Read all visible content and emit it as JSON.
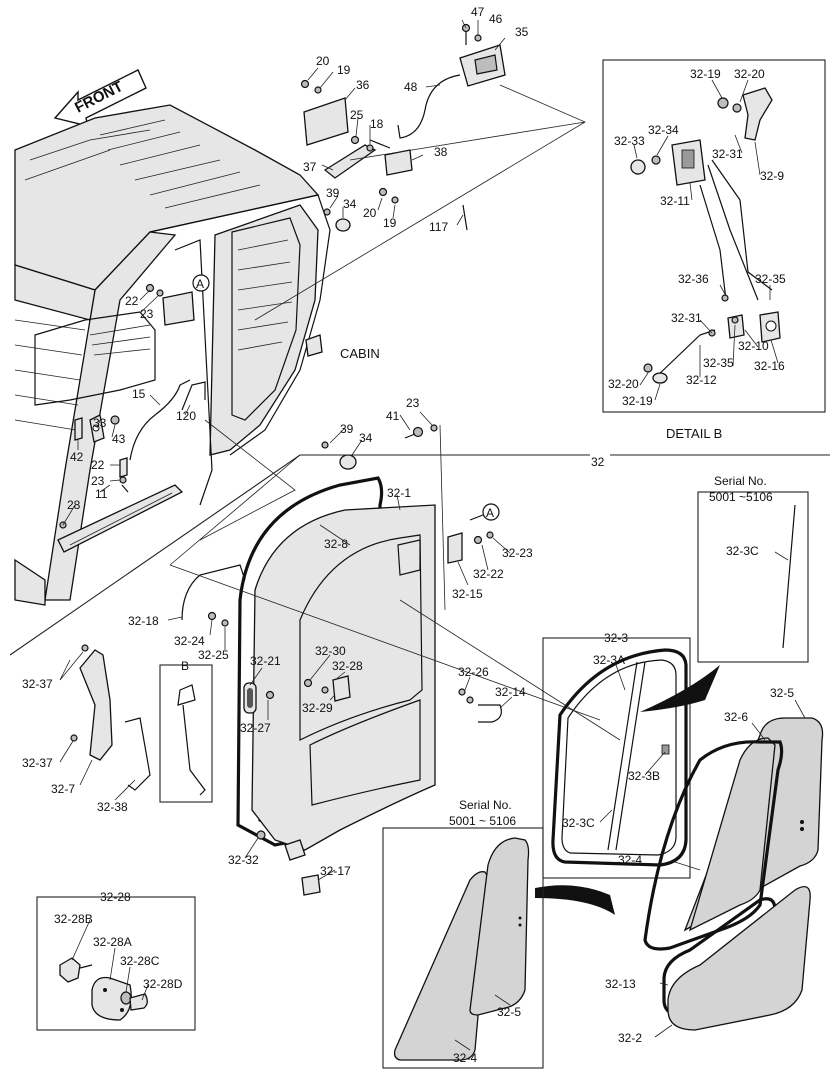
{
  "titles": {
    "cabin": "CABIN",
    "detail_b": "DETAIL   B",
    "front": "FRONT",
    "serial_top_1": "Serial No.",
    "serial_top_2": "5001 ~5106",
    "serial_bottom_1": "Serial No.",
    "serial_bottom_2": "5001 ~ 5106",
    "group_32": "32",
    "group_32_3": "32-3",
    "group_32_28": "32-28",
    "marker_a": "A",
    "marker_b": "B"
  },
  "labels": {
    "l47": "47",
    "l46": "46",
    "l35": "35",
    "l20a": "20",
    "l19a": "19",
    "l36": "36",
    "l48": "48",
    "l25": "25",
    "l18": "18",
    "l37": "37",
    "l38": "38",
    "l39a": "39",
    "l34a": "34",
    "l20b": "20",
    "l19b": "19",
    "l117": "117",
    "l22a": "22",
    "l23a": "23",
    "l15": "15",
    "l120": "120",
    "l33": "33",
    "l43": "43",
    "l42": "42",
    "l22b": "22",
    "l23b": "23",
    "l28": "28",
    "l11": "11",
    "l41": "41",
    "l23c": "23",
    "l39b": "39",
    "l34b": "34",
    "l32_1": "32-1",
    "l32_8": "32-8",
    "l32_23": "32-23",
    "l32_22": "32-22",
    "l32_15": "32-15",
    "l32_18": "32-18",
    "l32_24": "32-24",
    "l32_25": "32-25",
    "l32_21": "32-21",
    "l32_30": "32-30",
    "l32_28": "32-28",
    "l32_29": "32-29",
    "l32_27": "32-27",
    "l32_26": "32-26",
    "l32_14": "32-14",
    "l32_37a": "32-37",
    "l32_37b": "32-37",
    "l32_7": "32-7",
    "l32_38": "32-38",
    "l32_32": "32-32",
    "l32_17": "32-17",
    "l32_3A": "32-3A",
    "l32_3B": "32-3B",
    "l32_3C": "32-3C",
    "l32_3C_top": "32-3C",
    "l32_5a": "32-5",
    "l32_6": "32-6",
    "l32_4a": "32-4",
    "l32_13": "32-13",
    "l32_2": "32-2",
    "l32_5b": "32-5",
    "l32_4b": "32-4",
    "l32_28B": "32-28B",
    "l32_28A": "32-28A",
    "l32_28C": "32-28C",
    "l32_28D": "32-28D",
    "d32_19a": "32-19",
    "d32_20a": "32-20",
    "d32_34": "32-34",
    "d32_33": "32-33",
    "d32_31a": "32-31",
    "d32_9": "32-9",
    "d32_11": "32-11",
    "d32_36": "32-36",
    "d32_35a": "32-35",
    "d32_31b": "32-31",
    "d32_10": "32-10",
    "d32_35b": "32-35",
    "d32_16": "32-16",
    "d32_20b": "32-20",
    "d32_12": "32-12",
    "d32_19b": "32-19"
  }
}
